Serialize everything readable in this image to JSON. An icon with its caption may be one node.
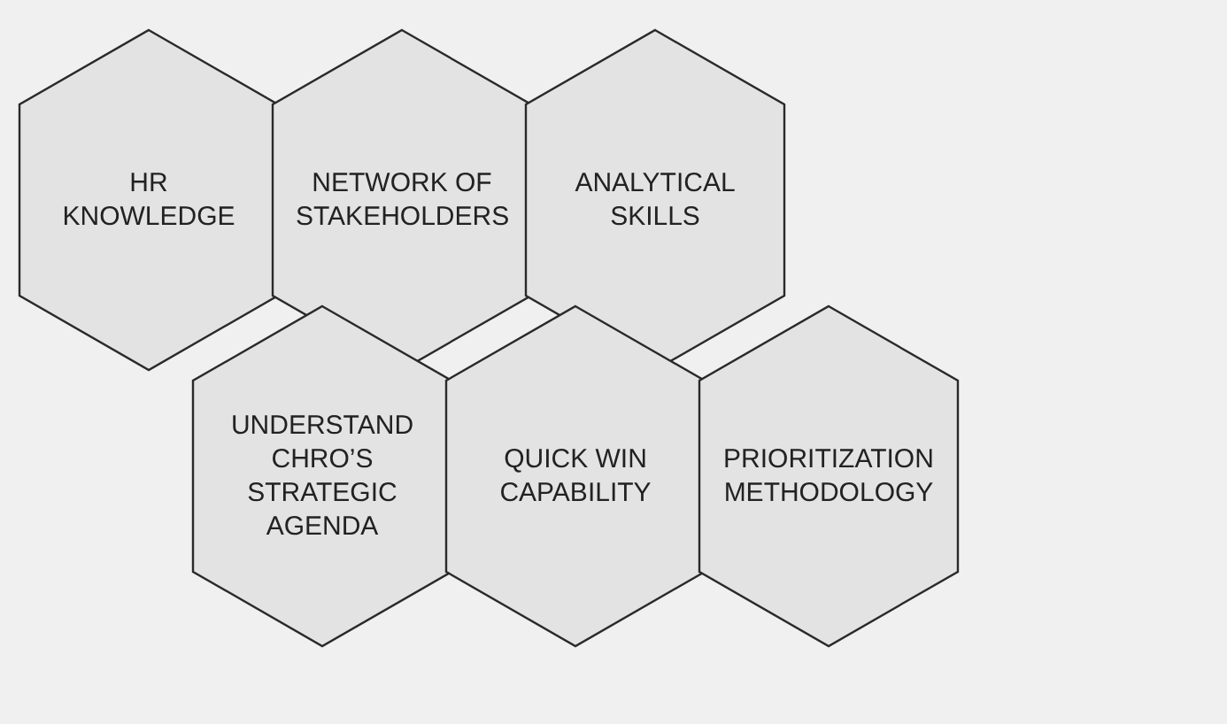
{
  "diagram": {
    "nodes": [
      {
        "text": [
          "HR KNOWLEDGE"
        ]
      },
      {
        "text": [
          "NETWORK OF STAKEHOLDERS"
        ]
      },
      {
        "text": [
          "ANALYTICAL SKILLS"
        ]
      },
      {
        "text": [
          "UNDERSTAND CHRO’S STRATEGIC AGENDA"
        ]
      },
      {
        "text": [
          "QUICK WIN CAPABILITY"
        ]
      },
      {
        "text": [
          "PRIORITIZATION METHODOLOGY"
        ]
      }
    ],
    "edges": []
  }
}
